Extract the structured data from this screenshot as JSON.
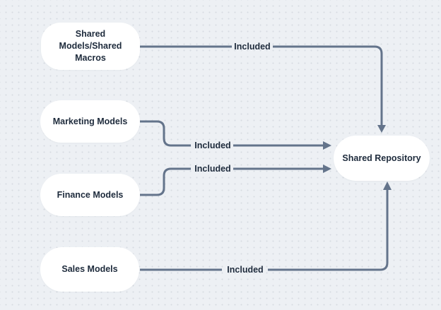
{
  "diagram": {
    "colors": {
      "background": "#edf0f4",
      "grid_dot": "#d7dbe2",
      "node_fill": "#ffffff",
      "text": "#1e2b3c",
      "arrow": "#64748b"
    },
    "nodes": [
      {
        "id": "shared-models",
        "label": "Shared Models/Shared Macros",
        "lines": [
          "Shared",
          "Models/Shared",
          "Macros"
        ]
      },
      {
        "id": "marketing",
        "label": "Marketing Models"
      },
      {
        "id": "finance",
        "label": "Finance Models"
      },
      {
        "id": "sales",
        "label": "Sales Models"
      },
      {
        "id": "repository",
        "label": "Shared Repository"
      }
    ],
    "edges": [
      {
        "from": "shared-models",
        "to": "repository",
        "label": "Included"
      },
      {
        "from": "marketing",
        "to": "repository",
        "label": "Included"
      },
      {
        "from": "finance",
        "to": "repository",
        "label": "Included"
      },
      {
        "from": "sales",
        "to": "repository",
        "label": "Included"
      }
    ]
  }
}
